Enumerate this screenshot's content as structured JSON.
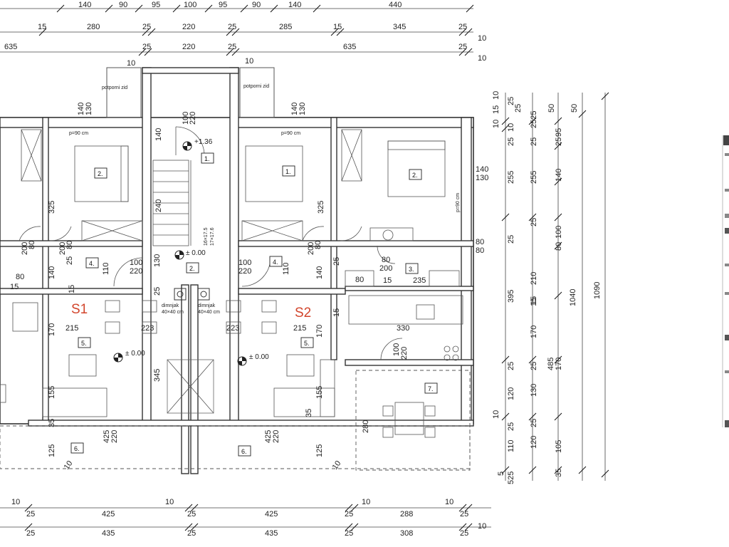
{
  "top_dims": {
    "row0": [
      "140",
      "90",
      "95",
      "100",
      "95",
      "90",
      "140",
      "440"
    ],
    "row1": [
      "15",
      "280",
      "25",
      "220",
      "25",
      "285",
      "15",
      "345",
      "25",
      "10"
    ],
    "row2": [
      "635",
      "25",
      "220",
      "25",
      "635",
      "25",
      "10"
    ],
    "side_small": [
      "10",
      "10"
    ]
  },
  "labels": {
    "retaining_wall_left": "potporni zid",
    "retaining_wall_right": "potporni zid",
    "window_left": "p=90 cm",
    "window_right": "p=90 cm",
    "window_side": "p=90 cm",
    "stair_info_1": "16×17.5",
    "stair_info_2": "17×17.6",
    "chimney_left": "dimnjak",
    "chimney_left_size": "40×40 cm",
    "chimney_right": "dimnjak",
    "chimney_right_size": "40×40 cm"
  },
  "levels": {
    "stair": "+1.36",
    "hall": "± 0.00",
    "s1_living": "± 0.00",
    "s2_living": "± 0.00"
  },
  "units": {
    "s1": "S1",
    "s2": "S2"
  },
  "rooms": {
    "r1a": "1.",
    "r1b": "1.",
    "r2a": "2.",
    "r2b": "2.",
    "r2c": "2.",
    "r3": "3.",
    "r4a": "4.",
    "r4b": "4.",
    "r5a": "5.",
    "r5b": "5.",
    "r6a": "6.",
    "r6b": "6.",
    "r7": "7."
  },
  "inner_dims": {
    "d140a": "140",
    "d130a": "130",
    "d140b": "140",
    "d130b": "130",
    "d100a": "100",
    "d220a": "220",
    "d140c": "140",
    "d325a": "325",
    "d325b": "325",
    "d240": "240",
    "d200a": "200",
    "d80a": "80",
    "d200b": "200",
    "d80b": "80",
    "d200c": "200",
    "d80c": "80",
    "d25a": "25",
    "d140d": "140",
    "d15a": "15",
    "d80d": "80",
    "d15b": "15",
    "d110a": "110",
    "d100b": "100",
    "d220b": "220",
    "d130c": "130",
    "d25b": "25",
    "d100c": "100",
    "d220c": "220",
    "d110b": "110",
    "d140e": "140",
    "d25c": "25",
    "d80e": "80",
    "d200d": "200",
    "d80f": "80",
    "d15c": "15",
    "d235": "235",
    "d15d": "15",
    "d215a": "215",
    "d223a": "223",
    "d223b": "223",
    "d215b": "215",
    "d170a": "170",
    "d170b": "170",
    "d330": "330",
    "d345": "345",
    "d155a": "155",
    "d155b": "155",
    "d35a": "35",
    "d35b": "35",
    "d280": "280",
    "d125a": "125",
    "d125b": "125",
    "d425a": "425",
    "d220d": "220",
    "d425b": "425",
    "d220e": "220",
    "d10a": "10",
    "d10b": "10",
    "d100d": "100",
    "d220f": "220",
    "d140f": "140",
    "d130d": "130",
    "d80g": "80",
    "d80h": "80"
  },
  "right_dims": {
    "c1": [
      "10",
      "15",
      "25",
      "255",
      "25",
      "395",
      "485",
      "1040"
    ],
    "c1b": [
      "10"
    ],
    "c2": [
      "25",
      "25",
      "10",
      "25",
      "255",
      "25",
      "15",
      "170",
      "25",
      "130",
      "25",
      "120",
      "10"
    ],
    "c3": [
      "2525",
      "25",
      "95",
      "140",
      "100",
      "80",
      "210",
      "15",
      "170",
      "25",
      "120",
      "110",
      "25"
    ],
    "c4": [
      "50",
      "50",
      "1090"
    ],
    "bottom_right": [
      "5",
      "525",
      "35",
      "105"
    ]
  },
  "bottom_dims": {
    "row1": [
      "10",
      "25",
      "425",
      "10",
      "25",
      "425",
      "25",
      "10",
      "288",
      "10",
      "25"
    ],
    "row2": [
      "25",
      "435",
      "25",
      "435",
      "25",
      "308",
      "25",
      "10"
    ]
  }
}
